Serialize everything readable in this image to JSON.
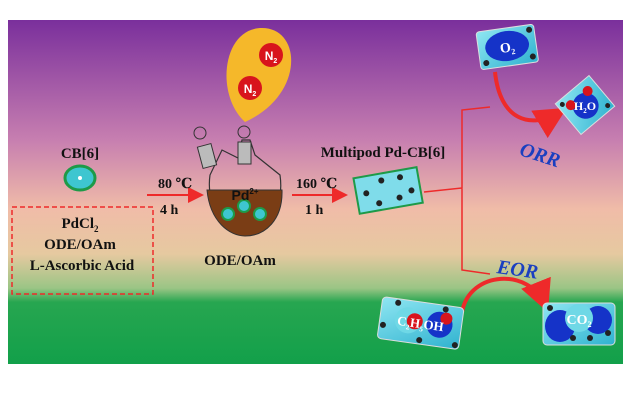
{
  "colors": {
    "top": "#7a2f9c",
    "middle": "#f0bca8",
    "bottom": "#17a04c",
    "arrow": "#ee2a2a",
    "reaction_label": "#1a3fc0",
    "balloon": "#f5b82a"
  },
  "reagents": {
    "cb6": "CB[6]",
    "box_lines": [
      "PdCl",
      "ODE/OAm",
      "L-Ascorbic Acid"
    ],
    "pdcl_sub": "2"
  },
  "step1": {
    "temp": "80 ℃",
    "time": "4 h"
  },
  "flask": {
    "ion": "Pd",
    "ion_sup": "2+",
    "solvent": "ODE/OAm",
    "gas": "N",
    "gas_sub": "2"
  },
  "step2": {
    "temp": "160 ℃",
    "time": "1 h"
  },
  "product": {
    "label": "Multipod Pd-CB[6]"
  },
  "orr": {
    "label": "ORR",
    "reactant": "O",
    "reactant_sub": "2",
    "product": "H",
    "product_sub": "2",
    "product_end": "O"
  },
  "eor": {
    "label": "EOR",
    "reactant_a": "C",
    "reactant_sub1": "2",
    "reactant_b": "H",
    "reactant_sub2": "5",
    "reactant_c": "OH",
    "product": "CO",
    "product_sub": "2"
  }
}
